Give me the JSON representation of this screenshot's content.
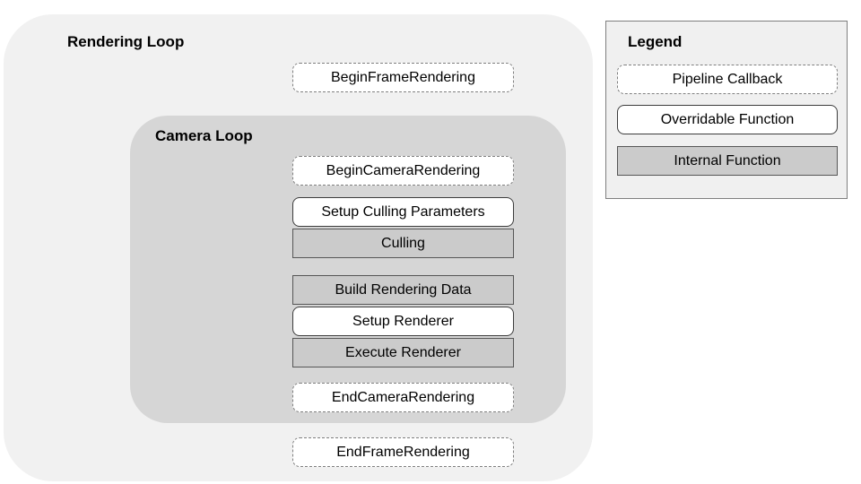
{
  "diagram": {
    "rendering_loop_title": "Rendering Loop",
    "camera_loop_title": "Camera Loop",
    "flow": [
      {
        "label": "BeginFrameRendering",
        "type": "pipeline-callback"
      },
      {
        "label": "BeginCameraRendering",
        "type": "pipeline-callback"
      },
      {
        "label": "Setup Culling Parameters",
        "type": "overridable-function"
      },
      {
        "label": "Culling",
        "type": "internal-function"
      },
      {
        "label": "Build Rendering Data",
        "type": "internal-function"
      },
      {
        "label": "Setup Renderer",
        "type": "overridable-function"
      },
      {
        "label": "Execute Renderer",
        "type": "internal-function"
      },
      {
        "label": "EndCameraRendering",
        "type": "pipeline-callback"
      },
      {
        "label": "EndFrameRendering",
        "type": "pipeline-callback"
      }
    ]
  },
  "legend": {
    "title": "Legend",
    "items": [
      {
        "label": "Pipeline Callback",
        "type": "pipeline-callback"
      },
      {
        "label": "Overridable Function",
        "type": "overridable-function"
      },
      {
        "label": "Internal Function",
        "type": "internal-function"
      }
    ]
  },
  "colors": {
    "rendering_loop_bg": "#f1f1f1",
    "camera_loop_bg": "#d6d6d6",
    "internal_function_bg": "#cbcbcb",
    "callback_border": "#7f7f7f",
    "overridable_border": "#3c3c3c",
    "legend_bg": "#f0f0f0",
    "text": "#000000"
  }
}
